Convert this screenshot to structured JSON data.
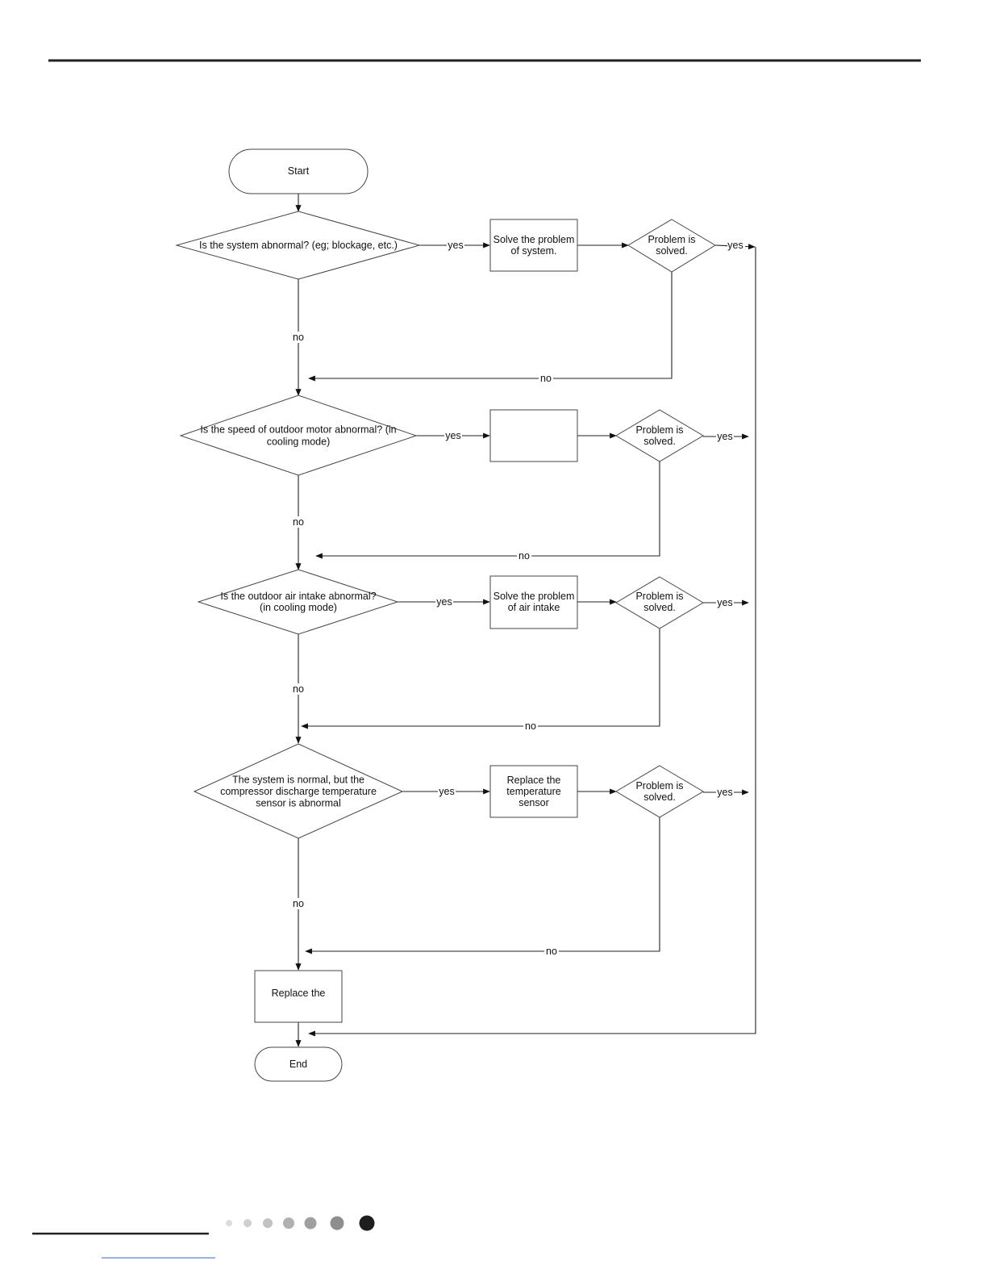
{
  "nodes": {
    "start": "Start",
    "d1": [
      "Is the system abnormal? (eg; blockage, etc.)"
    ],
    "p1": [
      "Solve the problem",
      "of system."
    ],
    "s1": [
      "Problem is",
      "solved."
    ],
    "d2": [
      "Is the speed of outdoor motor abnormal? (in",
      "cooling mode)"
    ],
    "p2": [],
    "s2": [
      "Problem is",
      "solved."
    ],
    "d3": [
      "Is the outdoor air intake abnormal?",
      "(in cooling mode)"
    ],
    "p3": [
      "Solve the problem",
      "of air intake"
    ],
    "s3": [
      "Problem is",
      "solved."
    ],
    "d4": [
      "The system is normal, but the",
      "compressor discharge temperature",
      "sensor is abnormal"
    ],
    "p4": [
      "Replace the",
      "temperature",
      "sensor"
    ],
    "s4": [
      "Problem is",
      "solved."
    ],
    "p5": [
      "Replace the"
    ],
    "end": "End"
  },
  "labels": {
    "yes": "yes",
    "no": "no"
  },
  "colors": {
    "rule": "#222222",
    "stroke": "#444444",
    "dots": [
      "#dcdcdc",
      "#cfcfcf",
      "#c2c2c2",
      "#b0b0b0",
      "#a0a0a0",
      "#8e8e8e",
      "#1e1e1e"
    ],
    "link_underline": "#3b5fc9"
  }
}
